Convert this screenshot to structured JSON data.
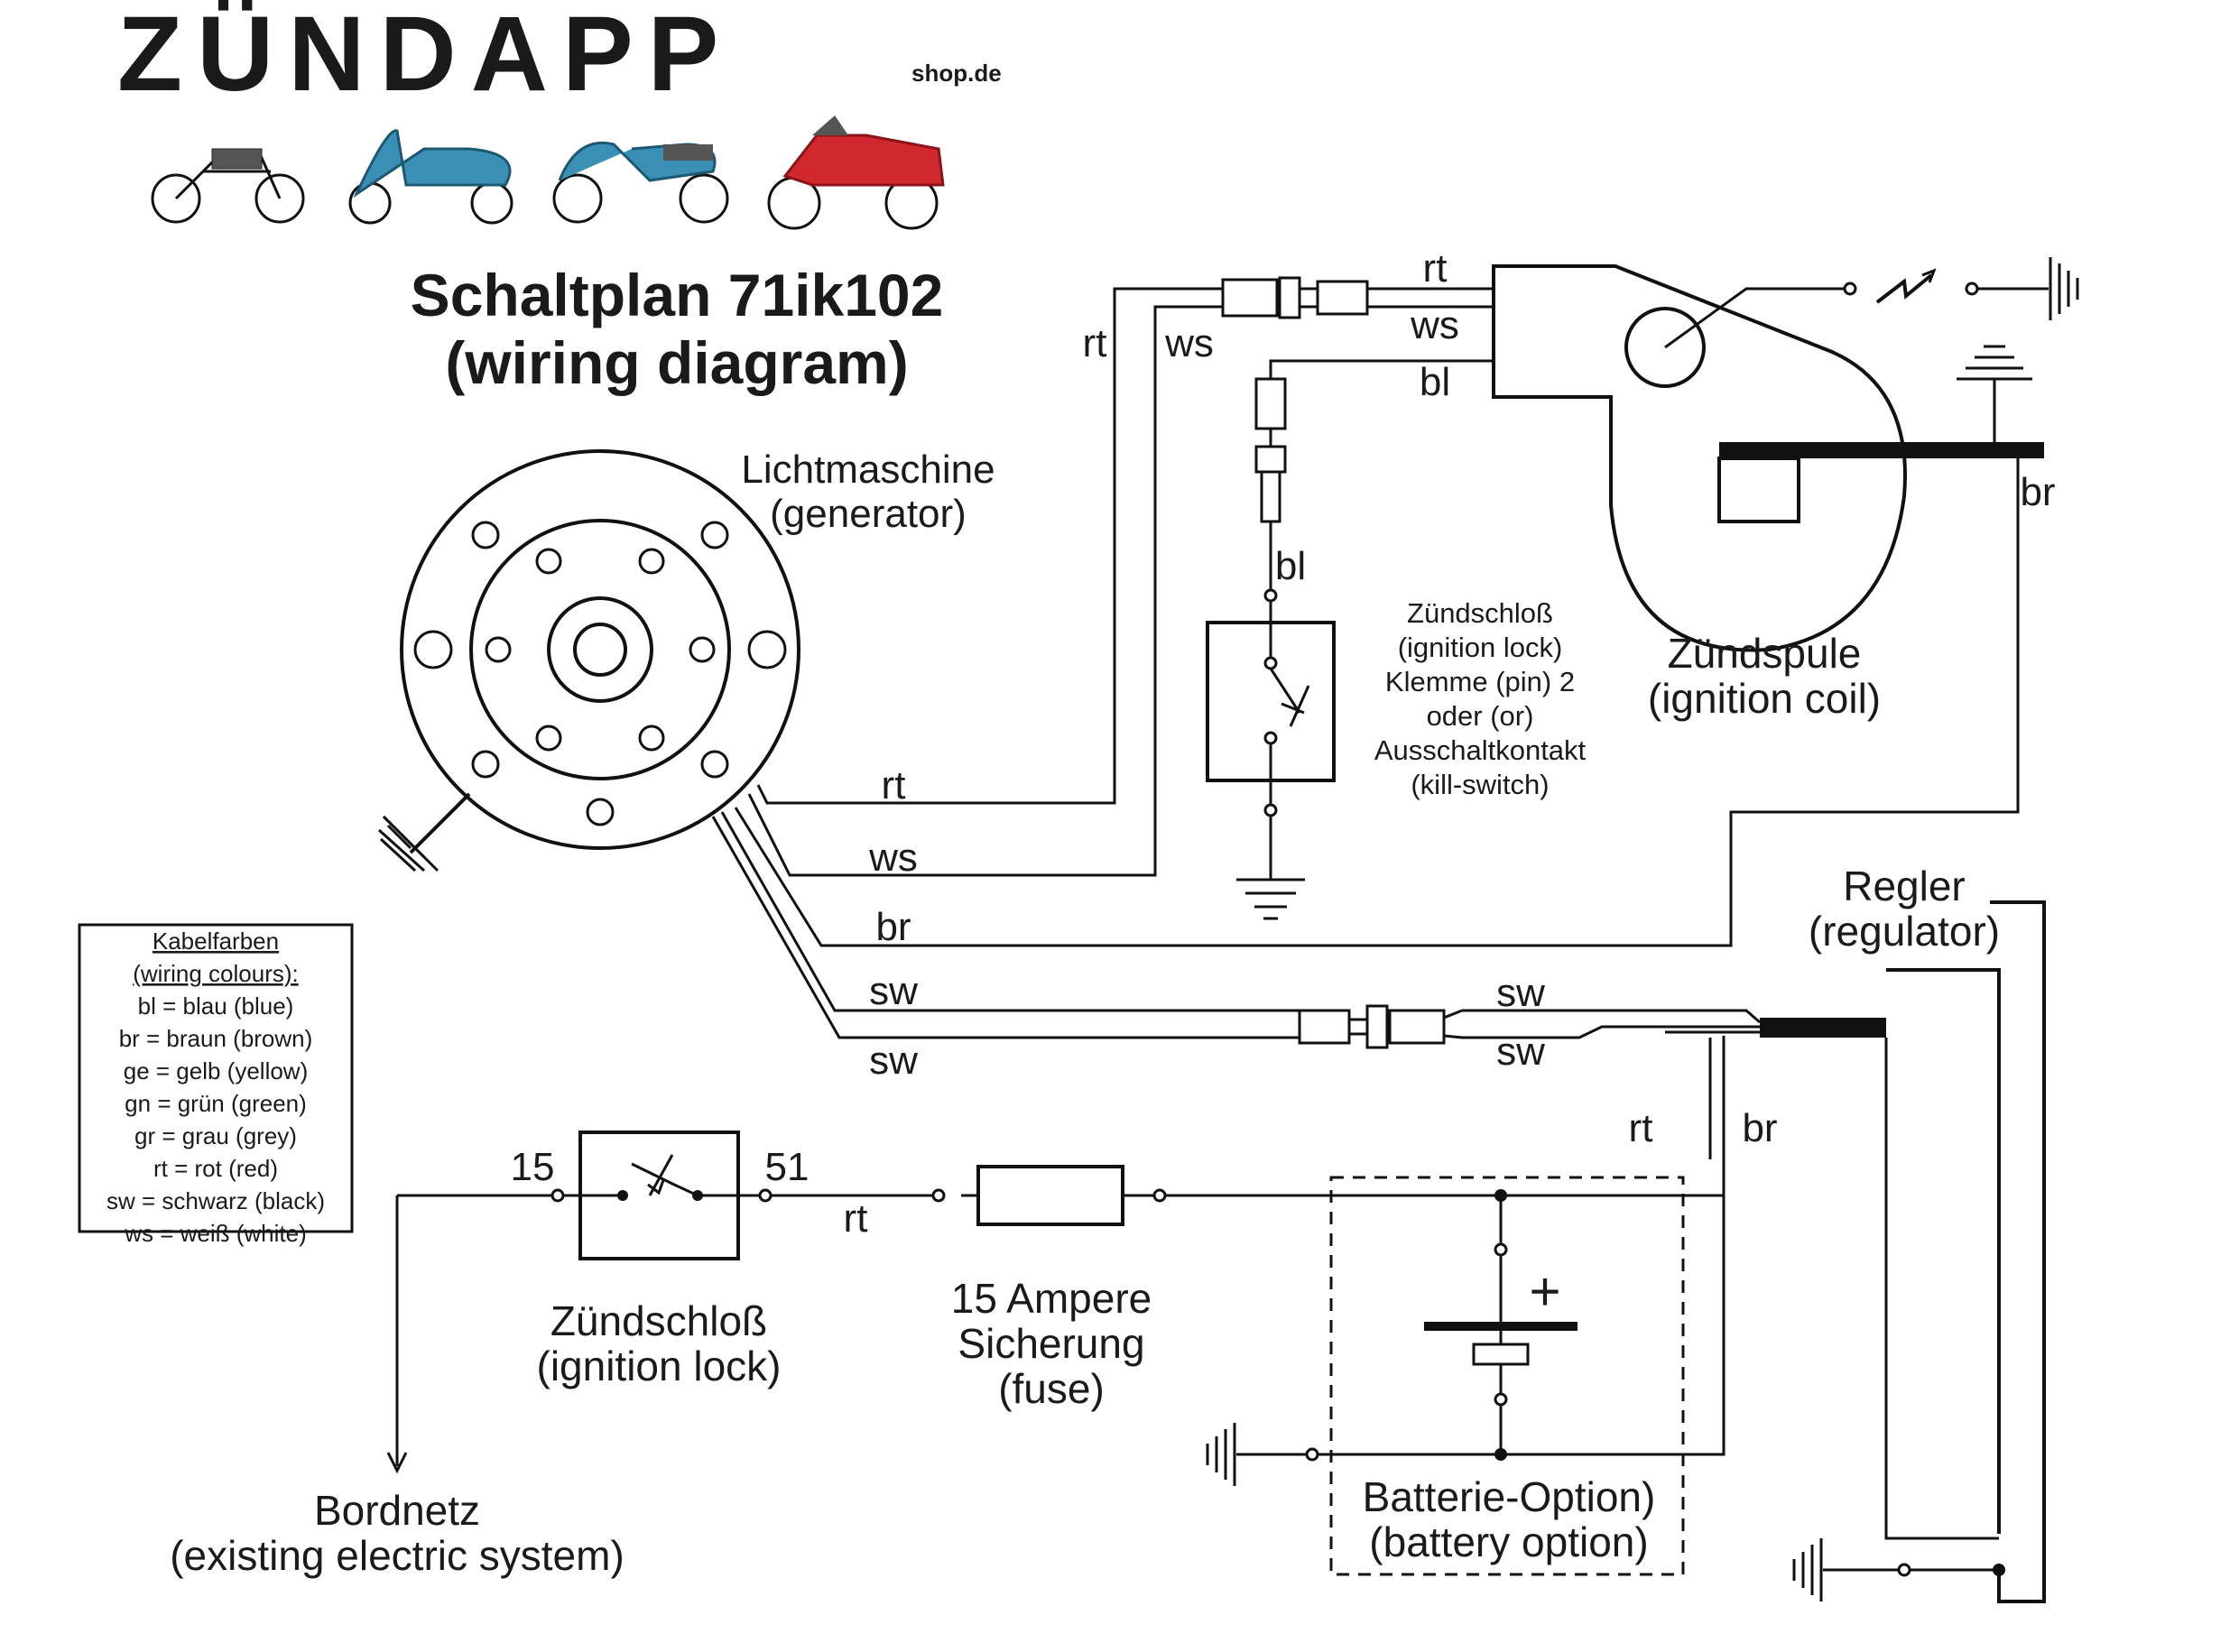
{
  "brand": {
    "logo_text": "ZÜNDAPP",
    "logo_suffix": "shop.de",
    "colors": {
      "ink": "#1a1a1a",
      "bike_red": "#d0282e",
      "bike_blue": "#3a8fb5",
      "bike_grey": "#8c8c8c"
    }
  },
  "title": {
    "line1": "Schaltplan 71ik102",
    "line2": "(wiring diagram)"
  },
  "components": {
    "generator": {
      "line1": "Lichtmaschine",
      "line2": "(generator)"
    },
    "kill_switch": {
      "lines": [
        "Zündschloß",
        "(ignition lock)",
        "Klemme (pin) 2",
        "oder (or)",
        "Ausschaltkontakt",
        "(kill-switch)"
      ]
    },
    "ignition_coil": {
      "line1": "Zündspule",
      "line2": "(ignition coil)"
    },
    "regulator": {
      "line1": "Regler",
      "line2": "(regulator)"
    },
    "ignition_lock": {
      "line1": "Zündschloß",
      "line2": "(ignition lock)",
      "pin_in": "15",
      "pin_out": "51"
    },
    "fuse": {
      "line1": "15 Ampere",
      "line2": "Sicherung",
      "line3": "(fuse)"
    },
    "battery": {
      "line1": "Batterie-Option)",
      "line2": "(battery option)",
      "plus": "+"
    },
    "bordnetz": {
      "line1": "Bordnetz",
      "line2": "(existing electric system)"
    }
  },
  "wire_labels": {
    "gen_rt": "rt",
    "gen_ws": "ws",
    "gen_br": "br",
    "gen_sw1": "sw",
    "gen_sw2": "sw",
    "top_rt_vertical": "rt",
    "top_ws_vertical": "ws",
    "coil_rt": "rt",
    "coil_ws": "ws",
    "coil_bl": "bl",
    "kill_bl": "bl",
    "coil_br": "br",
    "reg_sw1": "sw",
    "reg_sw2": "sw",
    "reg_rt": "rt",
    "reg_br": "br",
    "lock_rt": "rt"
  },
  "legend": {
    "title": "Kabelfarben",
    "subtitle": "(wiring colours):",
    "items": [
      "bl = blau (blue)",
      "br = braun (brown)",
      "ge = gelb (yellow)",
      "gn = grün (green)",
      "gr = grau (grey)",
      "rt = rot (red)",
      "sw = schwarz (black)",
      "ws = weiß (white)"
    ]
  }
}
